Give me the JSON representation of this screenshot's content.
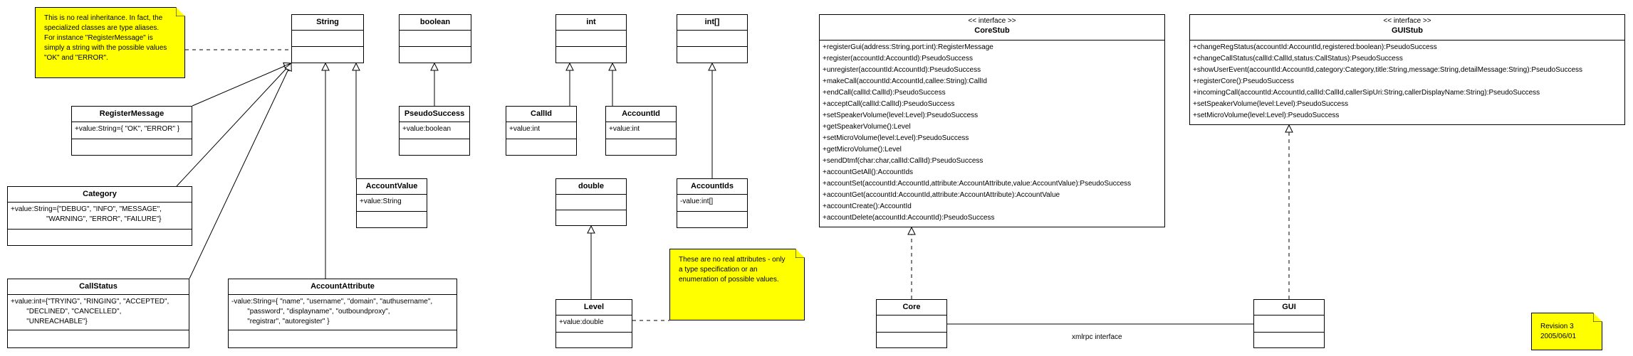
{
  "notes": {
    "inheritance": "This is no real inheritance. In fact, the\nspecialized classes are type aliases.\nFor instance \"RegisterMessage\" is\nsimply a string with the possible values\n\"OK\" and \"ERROR\".",
    "attributes": "These are no real attributes - only\na type specification or an\nenumeration of possible values.",
    "revision": "Revision 3\n2005/06/01"
  },
  "classes": {
    "string": {
      "name": "String"
    },
    "boolean": {
      "name": "boolean"
    },
    "int": {
      "name": "int"
    },
    "int_array": {
      "name": "int[]"
    },
    "register_message": {
      "name": "RegisterMessage",
      "attrs": "+value:String={ \"OK\", \"ERROR\" }"
    },
    "pseudo_success": {
      "name": "PseudoSuccess",
      "attrs": "+value:boolean"
    },
    "call_id": {
      "name": "CallId",
      "attrs": "+value:int"
    },
    "account_id": {
      "name": "AccountId",
      "attrs": "+value:int"
    },
    "category": {
      "name": "Category",
      "attrs": "+value:String={\"DEBUG\", \"INFO\", \"MESSAGE\",\n                  \"WARNING\", \"ERROR\", \"FAILURE\"}"
    },
    "account_value": {
      "name": "AccountValue",
      "attrs": "+value:String"
    },
    "double": {
      "name": "double"
    },
    "account_ids": {
      "name": "AccountIds",
      "attrs": "-value:int[]"
    },
    "call_status": {
      "name": "CallStatus",
      "attrs": "+value:int={\"TRYING\", \"RINGING\", \"ACCEPTED\",\n        \"DECLINED\", \"CANCELLED\",\n        \"UNREACHABLE\"}"
    },
    "account_attribute": {
      "name": "AccountAttribute",
      "attrs": "-value:String={ \"name\", \"username\", \"domain\", \"authusername\",\n        \"password\", \"displayname\", \"outboundproxy\",\n        \"registrar\", \"autoregister\" }"
    },
    "level": {
      "name": "Level",
      "attrs": "+value:double"
    },
    "core": {
      "name": "Core"
    },
    "gui": {
      "name": "GUI"
    },
    "core_stub": {
      "stereotype": "<< interface >>",
      "name": "CoreStub",
      "ops": [
        "+registerGui(address:String,port:int):RegisterMessage",
        "+register(accountId:AccountId):PseudoSuccess",
        "+unregister(accountId:AccountId):PseudoSuccess",
        "+makeCall(accountId:AccountId,callee:String):CallId",
        "+endCall(callId:CallId):PseudoSuccess",
        "+acceptCall(callId:CallId):PseudoSuccess",
        "+setSpeakerVolume(level:Level):PseudoSuccess",
        "+getSpeakerVolume():Level",
        "+setMicroVolume(level:Level):PseudoSuccess",
        "+getMicroVolume():Level",
        "+sendDtmf(char:char,callId:CallId):PseudoSuccess",
        "+accountGetAll():AccountIds",
        "+accountSet(accountId:AccountId,attribute:AccountAttribute,value:AccountValue):PseudoSuccess",
        "+accountGet(accountId:AccountId,attribute:AccountAttribute):AccountValue",
        "+accountCreate():AccountId",
        "+accountDelete(accountId:AccountId):PseudoSuccess"
      ]
    },
    "gui_stub": {
      "stereotype": "<< interface >>",
      "name": "GUIStub",
      "ops": [
        "+changeRegStatus(accountId:AccountId,registered:boolean):PseudoSuccess",
        "+changeCallStatus(callId:CallId,status:CallStatus):PseudoSuccess",
        "+showUserEvent(accountId:AccountId,category:Category,title:String,message:String,detailMessage:String):PseudoSuccess",
        "+registerCore():PseudoSuccess",
        "+incomingCall(accountId:AccountId,callId:CallId,callerSipUri:String,callerDisplayName:String):PseudoSuccess",
        "+setSpeakerVolume(level:Level):PseudoSuccess",
        "+setMicroVolume(level:Level):PseudoSuccess"
      ]
    }
  },
  "association_label": "xmlrpc interface"
}
